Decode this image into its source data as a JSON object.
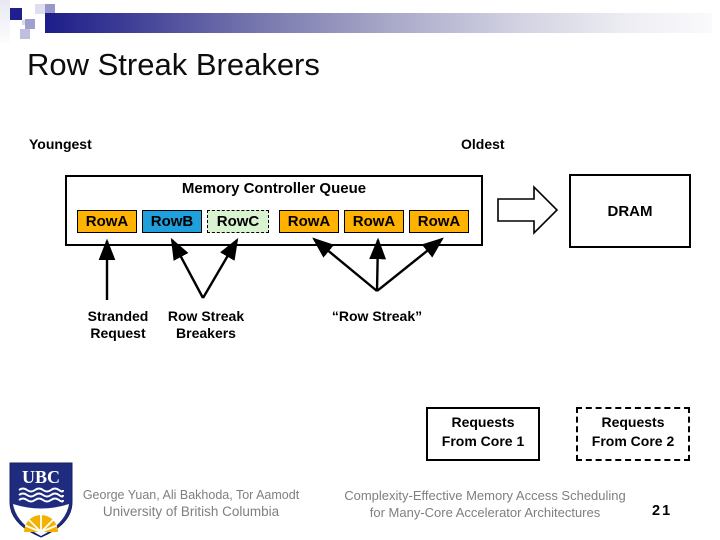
{
  "slide": {
    "title": "Row Streak Breakers",
    "page_number": "21"
  },
  "labels": {
    "youngest": "Youngest",
    "oldest": "Oldest",
    "stranded_line1": "Stranded",
    "stranded_line2": "Request",
    "breakers_line1": "Row Streak",
    "breakers_line2": "Breakers",
    "row_streak_quoted": "“Row Streak”"
  },
  "queue": {
    "title": "Memory Controller Queue",
    "entries": [
      {
        "label": "RowA",
        "color": "#FFB200",
        "border": "solid"
      },
      {
        "label": "RowB",
        "color": "#1FA0DC",
        "border": "solid"
      },
      {
        "label": "RowC",
        "color": "#D9F2D0",
        "border": "dashed"
      },
      {
        "label": "RowA",
        "color": "#FFB200",
        "border": "solid"
      },
      {
        "label": "RowA",
        "color": "#FFB200",
        "border": "solid"
      },
      {
        "label": "RowA",
        "color": "#FFB200",
        "border": "solid"
      }
    ]
  },
  "dram": {
    "label": "DRAM"
  },
  "legend": {
    "core1_line1": "Requests",
    "core1_line2": "From Core 1",
    "core2_line1": "Requests",
    "core2_line2": "From Core 2"
  },
  "footer": {
    "authors": "George Yuan, Ali Bakhoda, Tor Aamodt",
    "affiliation": "University of British Columbia",
    "paper_line1": "Complexity-Effective Memory Access Scheduling",
    "paper_line2": "for Many-Core Accelerator Architectures",
    "logo_text": "UBC"
  },
  "colors": {
    "row_a_fill": "#FFB200",
    "row_b_fill": "#1FA0DC",
    "row_c_fill": "#D9F2D0",
    "header_bar_start": "#1D1D8A",
    "ubc_navy": "#1E2B7E",
    "ubc_gold": "#F3B200",
    "footer_text": "#7F7F7F"
  }
}
